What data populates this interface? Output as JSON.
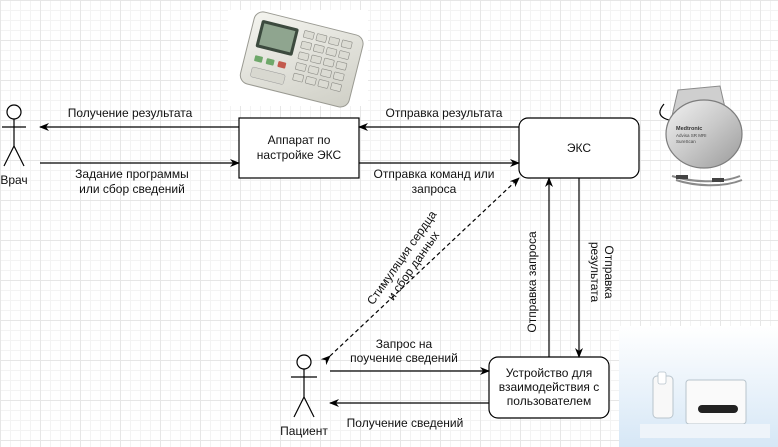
{
  "nodes": {
    "doctor": "Врач",
    "patient": "Пациент",
    "programmer": [
      "Аппарат по",
      "настройке ЭКС"
    ],
    "eks": "ЭКС",
    "device": [
      "Устройство для",
      "взаимодействия с",
      "пользователем"
    ]
  },
  "edges": {
    "get_result_doctor": "Получение результата",
    "set_program": [
      "Задание программы",
      "или сбор сведений"
    ],
    "send_result": "Отправка результата",
    "send_commands": [
      "Отправка команд или",
      "запроса"
    ],
    "stimulation": [
      "Стимуляция сердца",
      "и сбор данных"
    ],
    "request_info": [
      "Запрос на",
      "поучение сведений"
    ],
    "get_info": "Получение сведений",
    "send_request": "Отправка запроса",
    "send_results_vertical": [
      "Отправка",
      "результата"
    ]
  },
  "images": {
    "programmer_photo": "programmer-device",
    "pacemaker_photo": "pacemaker-device",
    "home_device_photo": "home-monitor-device",
    "pacemaker_label": [
      "Medtronic",
      "Advisa SR MRI",
      "SureScan"
    ]
  },
  "colors": {
    "line": "#000000",
    "grid": "#e6e6e6"
  }
}
